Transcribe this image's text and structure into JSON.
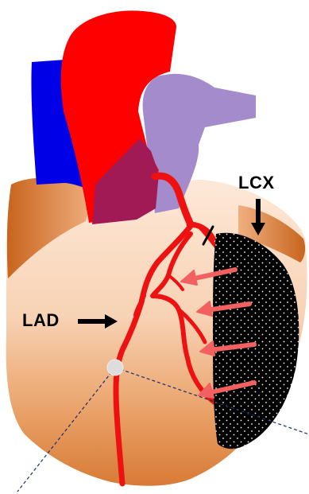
{
  "labels": {
    "lcx": "LCX",
    "lad": "LAD"
  },
  "colors": {
    "background": "#ffffff",
    "heart_dark": "#c8641e",
    "heart_mid": "#eaa36a",
    "heart_light": "#fde9d8",
    "aorta": "#ff0000",
    "vena_cava": "#0000e6",
    "pulmonary_artery": "#a48ccc",
    "overlap": "#a11a55",
    "coronary_artery": "#ee1111",
    "infarct_zone": "#000000",
    "infarct_dots": "#ffffff",
    "arrow_pink": "#f26060",
    "pointer_arrow": "#000000",
    "occlusion_marker": "#000000",
    "sample_point": "#dddddd",
    "dashed_line": "#1a2b6b"
  },
  "icons": {
    "lcx_pointer": "arrow-down-icon",
    "lad_pointer": "arrow-right-icon",
    "reperfusion_arrows": "arrow-left-icon",
    "sample_point": "circle-icon"
  },
  "reperfusion_arrow_count": 4
}
